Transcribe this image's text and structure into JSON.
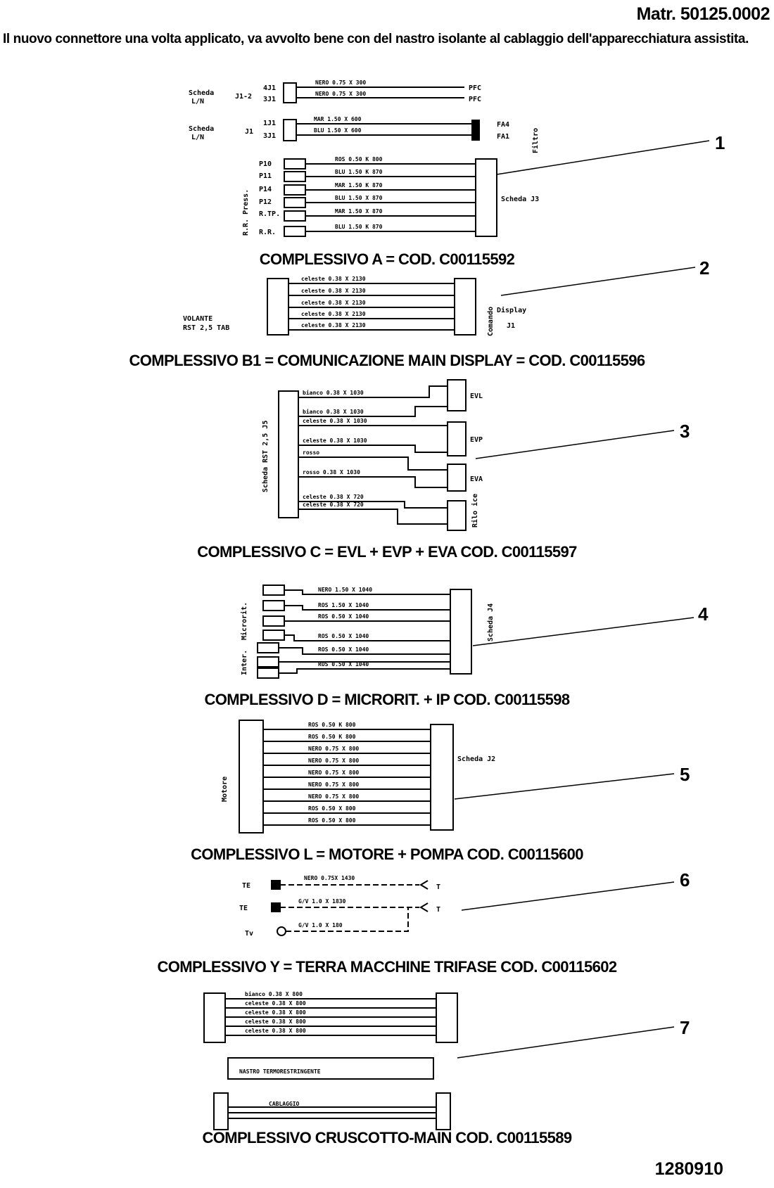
{
  "header": {
    "matricola": "Matr. 50125.0002",
    "intro": "Il nuovo connettore una volta applicato, va avvolto bene con del nastro isolante al cablaggio dell'apparecchiatura assistita."
  },
  "captions": [
    "COMPLESSIVO A = COD. C00115592",
    "COMPLESSIVO B1 = COMUNICAZIONE MAIN DISPLAY = COD. C00115596",
    "COMPLESSIVO C  = EVL + EVP + EVA COD. C00115597",
    "COMPLESSIVO D = MICRORIT. + IP COD. C00115598",
    "COMPLESSIVO L = MOTORE + POMPA COD. C00115600",
    "COMPLESSIVO Y = TERRA MACCHINE TRIFASE COD. C00115602",
    "COMPLESSIVO CRUSCOTTO-MAIN COD. C00115589"
  ],
  "callouts": [
    "1",
    "2",
    "3",
    "4",
    "5",
    "6",
    "7"
  ],
  "doc_number": "1280910",
  "labels": {
    "a_scheda_ln_1": "Scheda",
    "a_scheda_ln_2": "L/N",
    "a_j12": "J1-2",
    "a_j1": "J1",
    "a_4j1": "4J1",
    "a_3j1": "3J1",
    "a_1j1": "1J1",
    "a_pfc": "PFC",
    "a_fa4": "FA4",
    "a_fa1": "FA1",
    "a_filtro": "Filtro",
    "a_press": "R.R. Press.",
    "a_p10": "P10",
    "a_p11": "P11",
    "a_p14": "P14",
    "a_p12": "P12",
    "a_rtp": "R.TP.",
    "a_rr": "R.R.",
    "a_scheda_j3": "Scheda J3",
    "b_display": "Display",
    "b_j1": "J1",
    "b_comando": "Comando",
    "b_volante": "VOLANTE",
    "b_rst": "RST 2,5 TAB",
    "c_evl": "EVL",
    "c_evp": "EVP",
    "c_eva": "EVA",
    "c_rilo": "Rilo ice",
    "c_scheda": "Scheda RST 2,5 J5",
    "d_micro": "Microrit.",
    "d_inter": "Inter.",
    "d_scheda": "Scheda J4",
    "l_motore": "Motore",
    "l_scheda": "Scheda J2",
    "y_te": "TE",
    "y_t": "T",
    "y_tv": "Tv",
    "y_wire1": "NERO 0.75X 1430",
    "y_wire2": "G/V 1.0 X  1830",
    "y_wire3": "G/V 1.0 X   180",
    "cm_nastro": "NASTRO TERMORESTRINGENTE",
    "cm_cablaggio": "CABLAGGIO"
  },
  "wires": {
    "a_pfc": [
      "NERO  0.75 X   300",
      "NERO  0.75 X   300"
    ],
    "a_fa": [
      "MAR   1.50 X   600",
      "BLU   1.50 X   600"
    ],
    "a_j3": [
      "ROS   0.50 K   800",
      "BLU   1.50 K   870",
      "MAR   1.50 K   870",
      "BLU   1.50 X   870",
      "MAR   1.50 X   870",
      "BLU   1.50 K   870"
    ],
    "b": [
      "celeste 0.38 X  2130",
      "celeste 0.38 X  2130",
      "celeste 0.38 X  2130",
      "celeste 0.38 X  2130",
      "celeste 0.38 X  2130"
    ],
    "c": [
      "bianco  0.38 X 1030",
      "bianco  0.38 X 1030",
      "celeste 0.38 X 1030",
      "celeste 0.38 X 1030",
      "rosso",
      "rosso   0.38 X 1030",
      "celeste 0.38 X  720",
      "celeste 0.38 X  720"
    ],
    "d": [
      "NERO 1.50 X   1040",
      "ROS 1.50 X   1040",
      "ROS 0.50 X   1040",
      "ROS 0.50 X   1040",
      "ROS 0.50 X   1040",
      "ROS 0.50 X   1040"
    ],
    "l": [
      "ROS 0.50 K   800",
      "ROS 0.50 K   800",
      "NERO 0.75 X   800",
      "NERO 0.75 X   800",
      "NERO 0.75 X   800",
      "NERO 0.75 X   800",
      "NERO 0.75 X   800",
      "ROS 0.50 X   800",
      "ROS 0.50 X   800"
    ],
    "cm": [
      "bianco   0.38   X   800",
      "celeste  0.38   X   800",
      "celeste  0.38   X   800",
      "celeste  0.38   X   800",
      "celeste  0.38   X   800"
    ]
  }
}
